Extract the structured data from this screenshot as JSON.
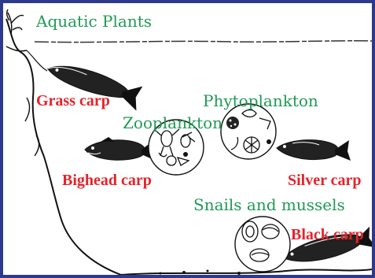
{
  "labels": {
    "aquatic_plants": "Aquatic Plants",
    "phytoplankton": "Phytoplankton",
    "zooplankton": "Zooplankton",
    "snails_mussels": "Snails and mussels",
    "grass_carp": "Grass carp",
    "bighead_carp": "Bighead carp",
    "silver_carp": "Silver carp",
    "black_carp": "Black carp"
  },
  "colors": {
    "frame": "#2d3a8c",
    "food_label": "#1f9a55",
    "fish_label": "#e3242b",
    "ink": "#111111"
  }
}
